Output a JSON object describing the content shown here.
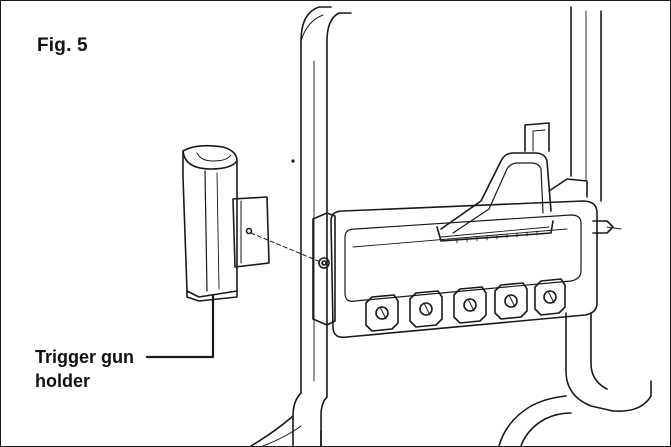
{
  "figure": {
    "label": "Fig. 5",
    "callout": {
      "line1": "Trigger gun",
      "line2": "holder"
    }
  }
}
